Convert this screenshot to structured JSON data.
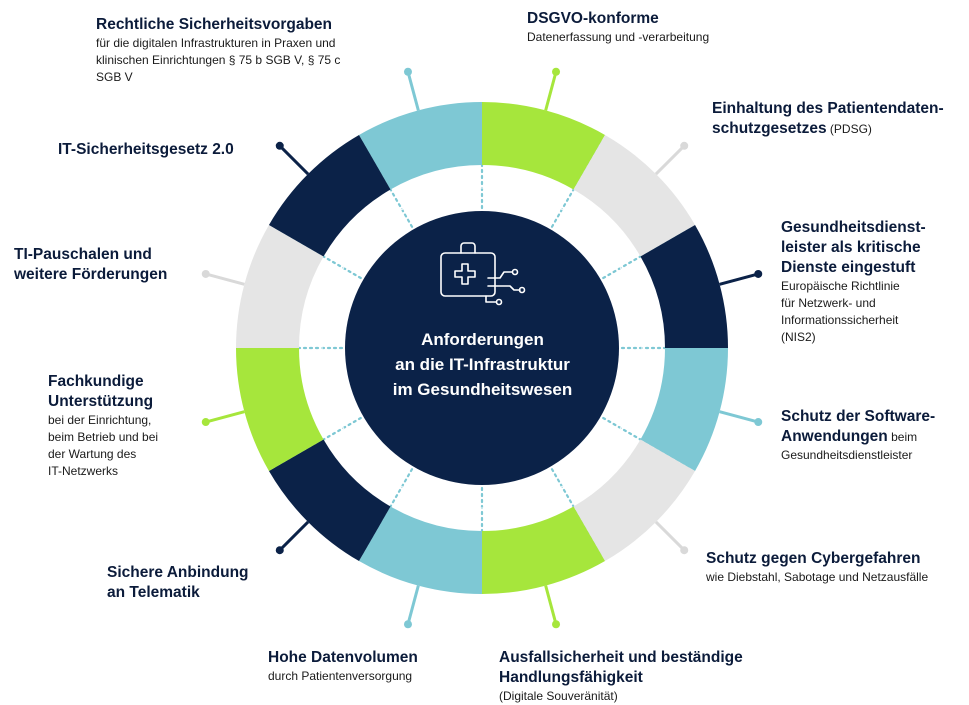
{
  "colors": {
    "navy": "#0b2248",
    "lime": "#a6e63c",
    "teal": "#7ec8d4",
    "grey": "#e5e5e5"
  },
  "center": {
    "icon": "medical-case-circuit-icon",
    "line1": "Anforderungen",
    "line2": "an die IT-Infrastruktur",
    "line3": "im Gesundheitswesen"
  },
  "items": {
    "rechtliche": {
      "title": "Rechtliche Sicherheitsvorgaben",
      "sub1": "für die digitalen Infrastrukturen in Praxen und",
      "sub2": "klinischen Einrichtungen § 75 b SGB V, § 75 c",
      "sub3": "SGB V"
    },
    "dsgvo": {
      "title": "DSGVO-konforme",
      "sub1": "Datenerfassung und -verarbeitung"
    },
    "pdsg": {
      "title1": "Einhaltung des Patientendaten-",
      "title2": "schutzgesetzes",
      "inline": "(PDSG)"
    },
    "kritis": {
      "title1": "Gesundheitsdienst-",
      "title2": "leister als kritische",
      "title3": "Dienste eingestuft",
      "sub1": "Europäische Richtlinie",
      "sub2": "für Netzwerk- und",
      "sub3": "Informationssicherheit",
      "sub4": "(NIS2)"
    },
    "software": {
      "title1": "Schutz der Software-",
      "title2": "Anwendungen",
      "inline": "beim",
      "sub1": "Gesundheitsdienstleister"
    },
    "cyber": {
      "title": "Schutz gegen Cybergefahren",
      "sub1": "wie Diebstahl, Sabotage und Netzausfälle"
    },
    "ausfall": {
      "title1": "Ausfallsicherheit und beständige",
      "title2": "Handlungsfähigkeit",
      "sub1": "(Digitale Souveränität)"
    },
    "datenvolumen": {
      "title": "Hohe Datenvolumen",
      "sub1": "durch Patientenversorgung"
    },
    "telematik": {
      "title1": "Sichere Anbindung",
      "title2": "an Telematik"
    },
    "fachkundig": {
      "title1": "Fachkundige",
      "title2": "Unterstützung",
      "sub1": "bei der Einrichtung,",
      "sub2": "beim Betrieb und bei",
      "sub3": "der Wartung des",
      "sub4": "IT-Netzwerks"
    },
    "pauschalen": {
      "title1": "TI-Pauschalen und",
      "title2": "weitere Förderungen"
    },
    "itsig": {
      "title": "IT-Sicherheitsgesetz 2.0"
    }
  }
}
